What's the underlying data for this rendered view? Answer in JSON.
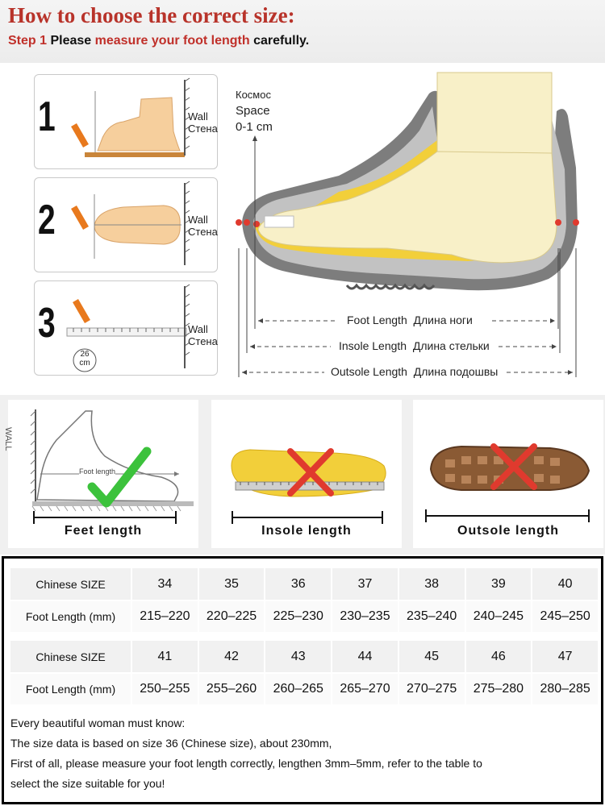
{
  "header": {
    "title": "How to choose the correct size:",
    "step_prefix": "Step 1",
    "step_mid": " Please ",
    "step_red": "measure your foot length",
    "step_suffix": " carefully."
  },
  "steps": [
    {
      "number": "1",
      "wall": "Wall",
      "wall_ru": "Стена"
    },
    {
      "number": "2",
      "wall": "Wall",
      "wall_ru": "Стена"
    },
    {
      "number": "3",
      "wall": "Wall",
      "wall_ru": "Стена",
      "ruler_value": "26",
      "ruler_unit": "cm"
    }
  ],
  "shoe_diagram": {
    "space_ru": "Космос",
    "space_en": "Space",
    "space_value": "0-1 cm",
    "foot_length": "Foot Length",
    "foot_length_ru": "Длина ноги",
    "insole_length": "Insole Length",
    "insole_length_ru": "Длина стельки",
    "outsole_length": "Outsole Length",
    "outsole_length_ru": "Длина подошвы"
  },
  "examples": [
    {
      "label": "Feet length",
      "wall": "WALL",
      "inner": "Foot length",
      "mark": "check"
    },
    {
      "label": "Insole length",
      "mark": "cross"
    },
    {
      "label": "Outsole length",
      "mark": "cross"
    }
  ],
  "size_table": {
    "row_header_size": "Chinese SIZE",
    "row_header_length": "Foot Length (mm)",
    "blocks": [
      {
        "sizes": [
          "34",
          "35",
          "36",
          "37",
          "38",
          "39",
          "40"
        ],
        "lengths": [
          "215–220",
          "220–225",
          "225–230",
          "230–235",
          "235–240",
          "240–245",
          "245–250"
        ]
      },
      {
        "sizes": [
          "41",
          "42",
          "43",
          "44",
          "45",
          "46",
          "47"
        ],
        "lengths": [
          "250–255",
          "255–260",
          "260–265",
          "265–270",
          "270–275",
          "275–280",
          "280–285"
        ]
      }
    ]
  },
  "notes": [
    "Every beautiful woman must know:",
    "The size data is based on size 36 (Chinese size), about 230mm,",
    "First of all, please measure your foot length correctly, lengthen 3mm–5mm, refer to the table to",
    "select the size suitable for you!"
  ],
  "colors": {
    "title_red": "#b8332a",
    "check_green": "#3cc23c",
    "cross_red": "#e03a2e",
    "shoe_gray": "#7d7d7d",
    "foot_cream": "#f8f0c8",
    "insole_yellow": "#f2cf3a"
  }
}
